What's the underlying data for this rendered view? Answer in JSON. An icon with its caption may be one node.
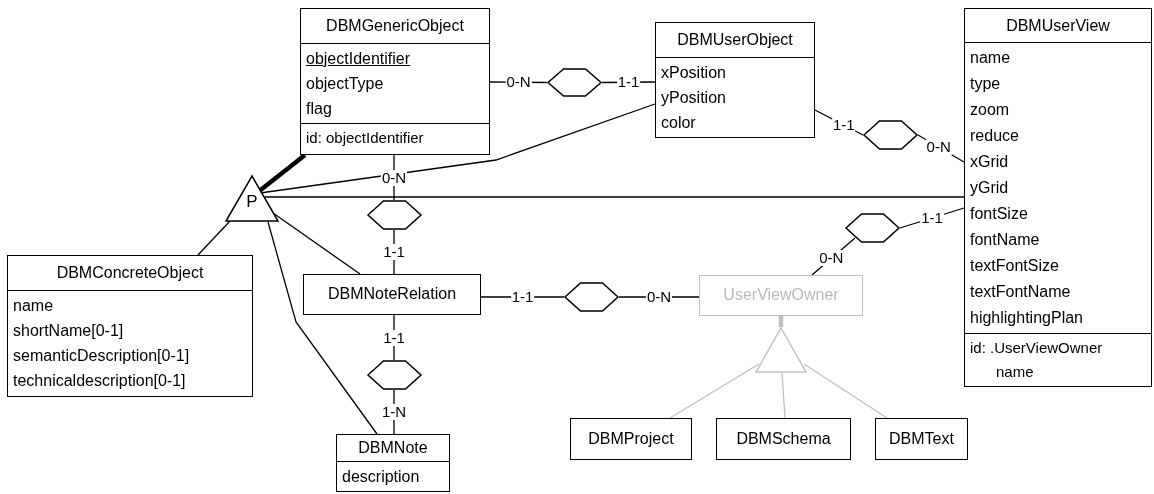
{
  "diagram": {
    "nodes": [
      {
        "text": [
          "DBMGenericObject",
          "objectIdentifier",
          "objectType",
          "flag",
          "id: objectIdentifier"
        ]
      },
      {
        "text": [
          "DBMUserObject",
          "xPosition",
          "yPosition",
          "color"
        ]
      },
      {
        "text": [
          "DBMUserView",
          "name",
          "type",
          "zoom",
          "reduce",
          "xGrid",
          "yGrid",
          "fontSize",
          "fontName",
          "textFontSize",
          "textFontName",
          "highlightingPlan",
          "id: .UserViewOwner name"
        ]
      },
      {
        "text": [
          "P"
        ]
      },
      {
        "text": [
          "DBMConcreteObject",
          "name",
          "shortName[0-1]",
          "semanticDescription[0-1]",
          "technicaldescription[0-1]"
        ]
      },
      {
        "text": [
          "DBMNoteRelation"
        ]
      },
      {
        "text": [
          "UserViewOwner"
        ]
      },
      {
        "text": [],
        "shape": "triangle"
      },
      {
        "text": [
          "DBMProject"
        ]
      },
      {
        "text": [
          "DBMSchema"
        ]
      },
      {
        "text": [
          "DBMText"
        ]
      },
      {
        "text": [
          "DBMNote",
          "description"
        ]
      },
      {
        "text": [],
        "shape": "hexagon"
      },
      {
        "text": [],
        "shape": "hexagon"
      },
      {
        "text": [],
        "shape": "hexagon"
      },
      {
        "text": [],
        "shape": "hexagon"
      },
      {
        "text": [],
        "shape": "hexagon"
      },
      {
        "text": [],
        "shape": "hexagon"
      }
    ],
    "edges": [
      {
        "from": 0,
        "to": 12,
        "arrow": "none",
        "label": "0-N"
      },
      {
        "from": 12,
        "to": 1,
        "arrow": "none",
        "label": "1-1"
      },
      {
        "from": 1,
        "to": 13,
        "arrow": "none",
        "label": "1-1"
      },
      {
        "from": 13,
        "to": 2,
        "arrow": "none",
        "label": "0-N"
      },
      {
        "from": 0,
        "to": 14,
        "arrow": "none",
        "label": "0-N"
      },
      {
        "from": 14,
        "to": 5,
        "arrow": "none",
        "label": "1-1"
      },
      {
        "from": 5,
        "to": 15,
        "arrow": "none",
        "label": "1-1"
      },
      {
        "from": 15,
        "to": 11,
        "arrow": "none",
        "label": "1-N"
      },
      {
        "from": 5,
        "to": 16,
        "arrow": "none",
        "label": "1-1"
      },
      {
        "from": 16,
        "to": 6,
        "arrow": "none",
        "label": "0-N"
      },
      {
        "from": 6,
        "to": 17,
        "arrow": "none",
        "label": "0-N"
      },
      {
        "from": 17,
        "to": 2,
        "arrow": "none",
        "label": "1-1"
      },
      {
        "from": 3,
        "to": 0,
        "arrow": "none",
        "style": "thick"
      },
      {
        "from": 3,
        "to": 1,
        "arrow": "none"
      },
      {
        "from": 3,
        "to": 2,
        "arrow": "none"
      },
      {
        "from": 3,
        "to": 4,
        "arrow": "none"
      },
      {
        "from": 3,
        "to": 5,
        "arrow": "none"
      },
      {
        "from": 3,
        "to": 11,
        "arrow": "none"
      },
      {
        "from": 6,
        "to": 7,
        "arrow": "none",
        "style": "thick",
        "color": "#c0c0c0"
      },
      {
        "from": 7,
        "to": 8,
        "arrow": "none",
        "color": "#c0c0c0"
      },
      {
        "from": 7,
        "to": 9,
        "arrow": "none",
        "color": "#c0c0c0"
      },
      {
        "from": 7,
        "to": 10,
        "arrow": "none",
        "color": "#c0c0c0"
      }
    ]
  }
}
